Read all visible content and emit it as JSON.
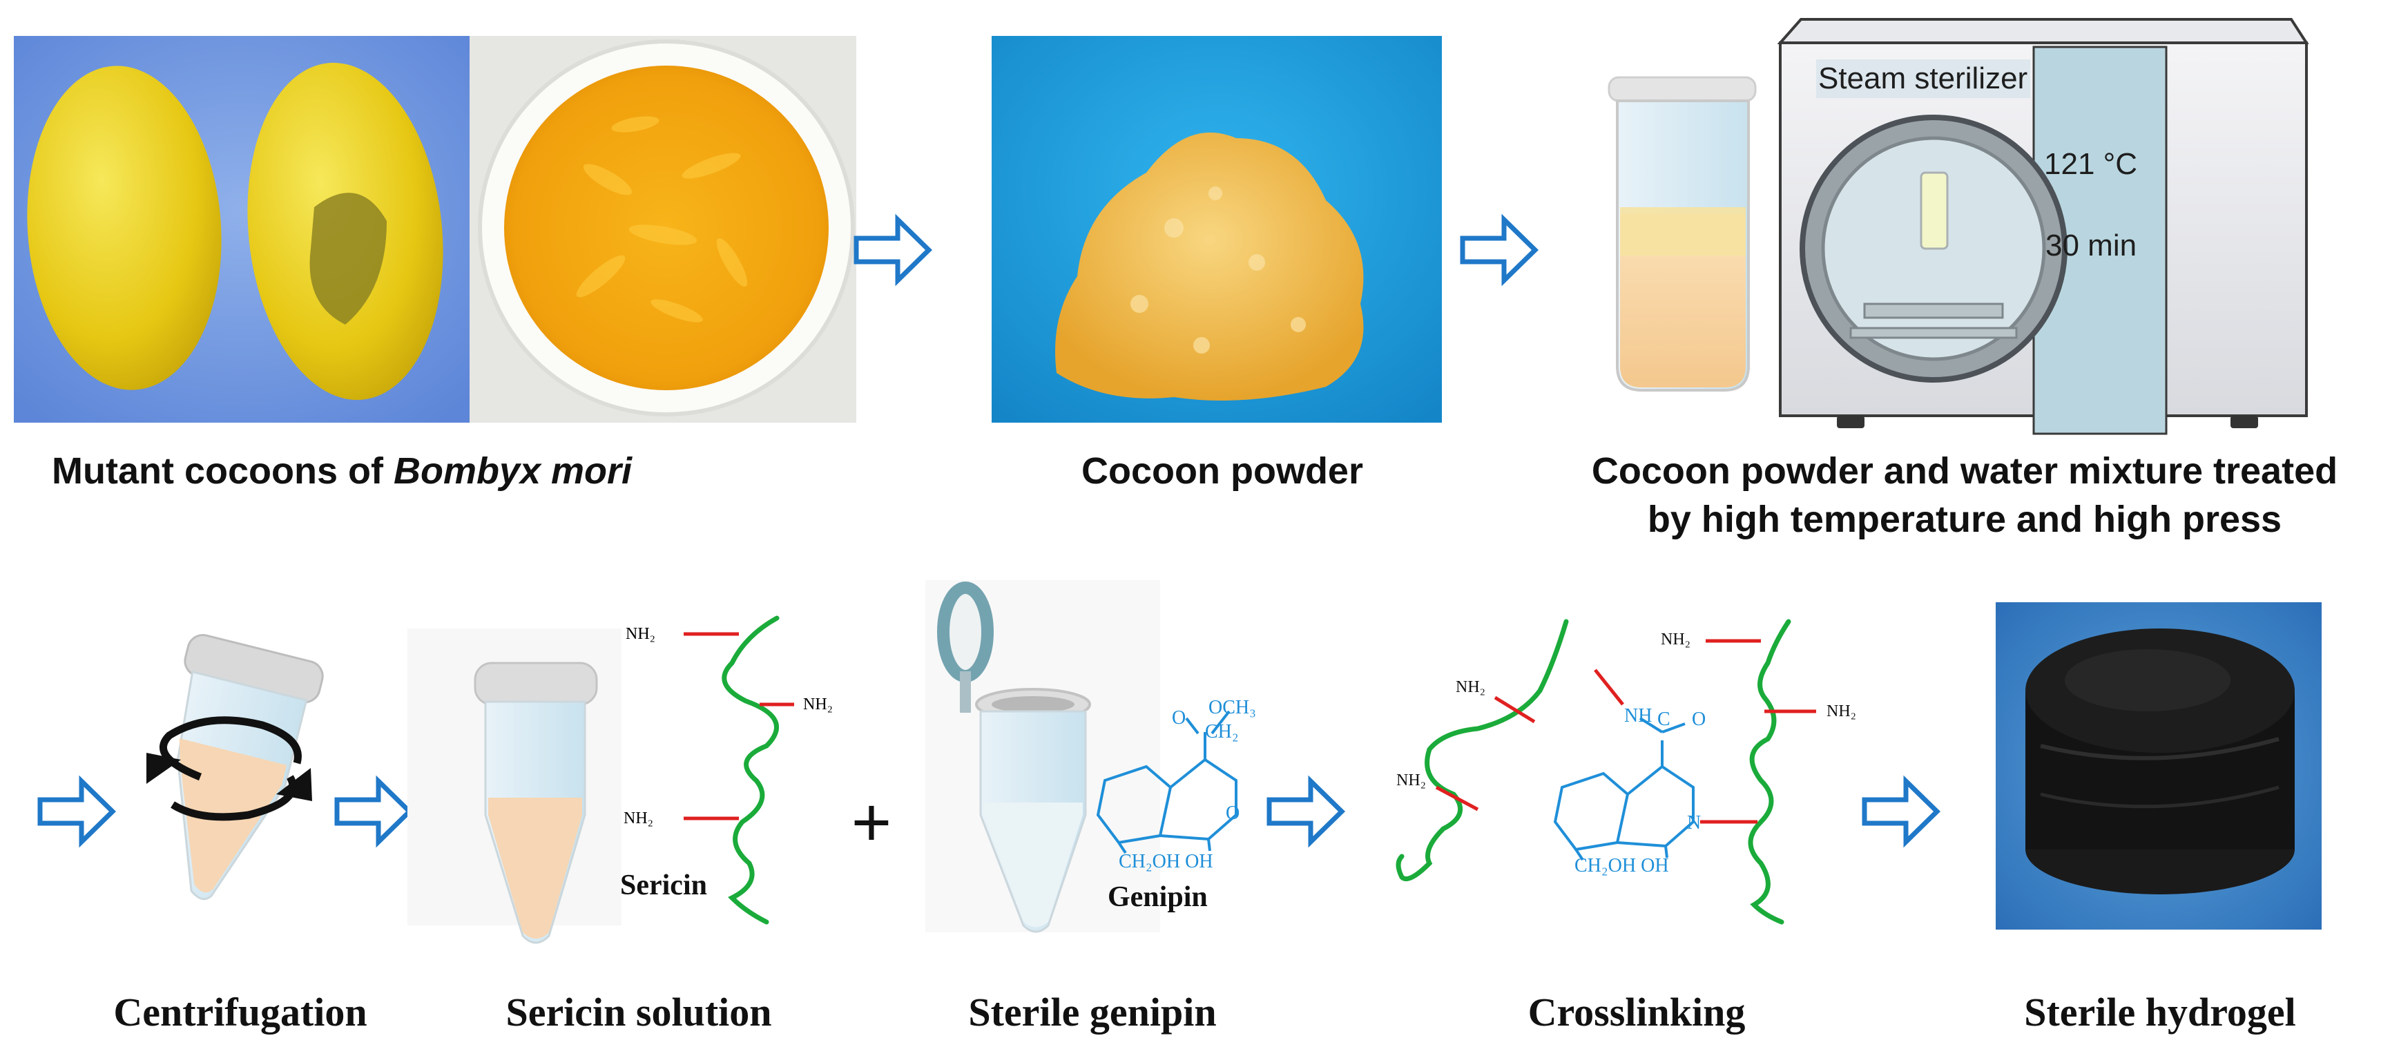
{
  "row1": {
    "label_cocoons_prefix": "Mutant cocoons of ",
    "label_cocoons_species": "Bombyx mori",
    "label_powder": "Cocoon powder",
    "label_treatment_line1": "Cocoon powder and water mixture treated",
    "label_treatment_line2": "by high temperature and high press",
    "sterilizer_title": "Steam sterilizer",
    "sterilizer_temp": "121 °C",
    "sterilizer_time": "30 min"
  },
  "row2": {
    "label_centrifugation": "Centrifugation",
    "label_sericin_solution": "Sericin solution",
    "label_sterile_genipin": "Sterile genipin",
    "label_crosslinking": "Crosslinking",
    "label_sterile_hydrogel": "Sterile hydrogel",
    "sericin_name": "Sericin",
    "genipin_name": "Genipin",
    "plus_sign": "+",
    "nh2": "NH₂",
    "nh": "NH",
    "n_atom": "N",
    "o_atom": "O",
    "o_atom2": "O",
    "c_atom": "C",
    "och3": "OCH₃",
    "ch2": "CH₂",
    "ch2oh_oh": "CH₂OH  OH",
    "oh": "OH"
  },
  "colors": {
    "arrow_blue": "#1f78c8",
    "chain_green": "#1aab3a",
    "bond_red": "#e02020",
    "chem_blue": "#1f8fd8",
    "cocoon_yellow": "#f0d21e",
    "powder_orange": "#f0b83c",
    "photo_blue_bg": "#1a9ad8",
    "hydrogel_black": "#111111"
  }
}
